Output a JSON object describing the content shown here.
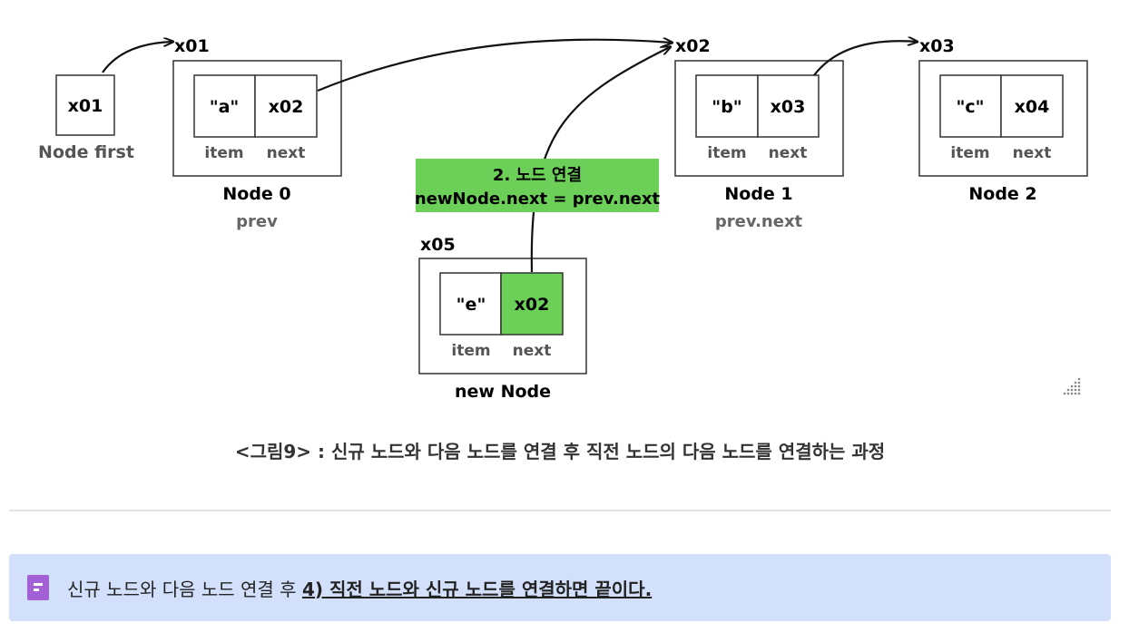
{
  "figure": {
    "first_pointer": {
      "value": "x01",
      "label": "Node first"
    },
    "nodes": [
      {
        "address": "x01",
        "item": "\"a\"",
        "next": "x02",
        "item_label": "item",
        "next_label": "next",
        "name": "Node 0",
        "role": "prev"
      },
      {
        "address": "x02",
        "item": "\"b\"",
        "next": "x03",
        "item_label": "item",
        "next_label": "next",
        "name": "Node 1",
        "role": "prev.next"
      },
      {
        "address": "x03",
        "item": "\"c\"",
        "next": "x04",
        "item_label": "item",
        "next_label": "next",
        "name": "Node 2",
        "role": ""
      }
    ],
    "new_node": {
      "address": "x05",
      "item": "\"e\"",
      "next": "x02",
      "item_label": "item",
      "next_label": "next",
      "name": "new Node"
    },
    "step": {
      "line1": "2. 노드 연결",
      "line2": "newNode.next = prev.next"
    },
    "colors": {
      "highlight": "#6ccf57",
      "box_border": "#333333",
      "arrow": "#111111"
    }
  },
  "caption": "<그림9> : 신규 노드와 다음 노드를 연결 후 직전 노드의 다음 노드를 연결하는 과정",
  "callout": {
    "icon": "memo-icon",
    "text": "신규 노드와 다음 노드 연결 후 ",
    "strong": "4) 직전 노드와 신규 노드를 연결하면 끝이다."
  }
}
